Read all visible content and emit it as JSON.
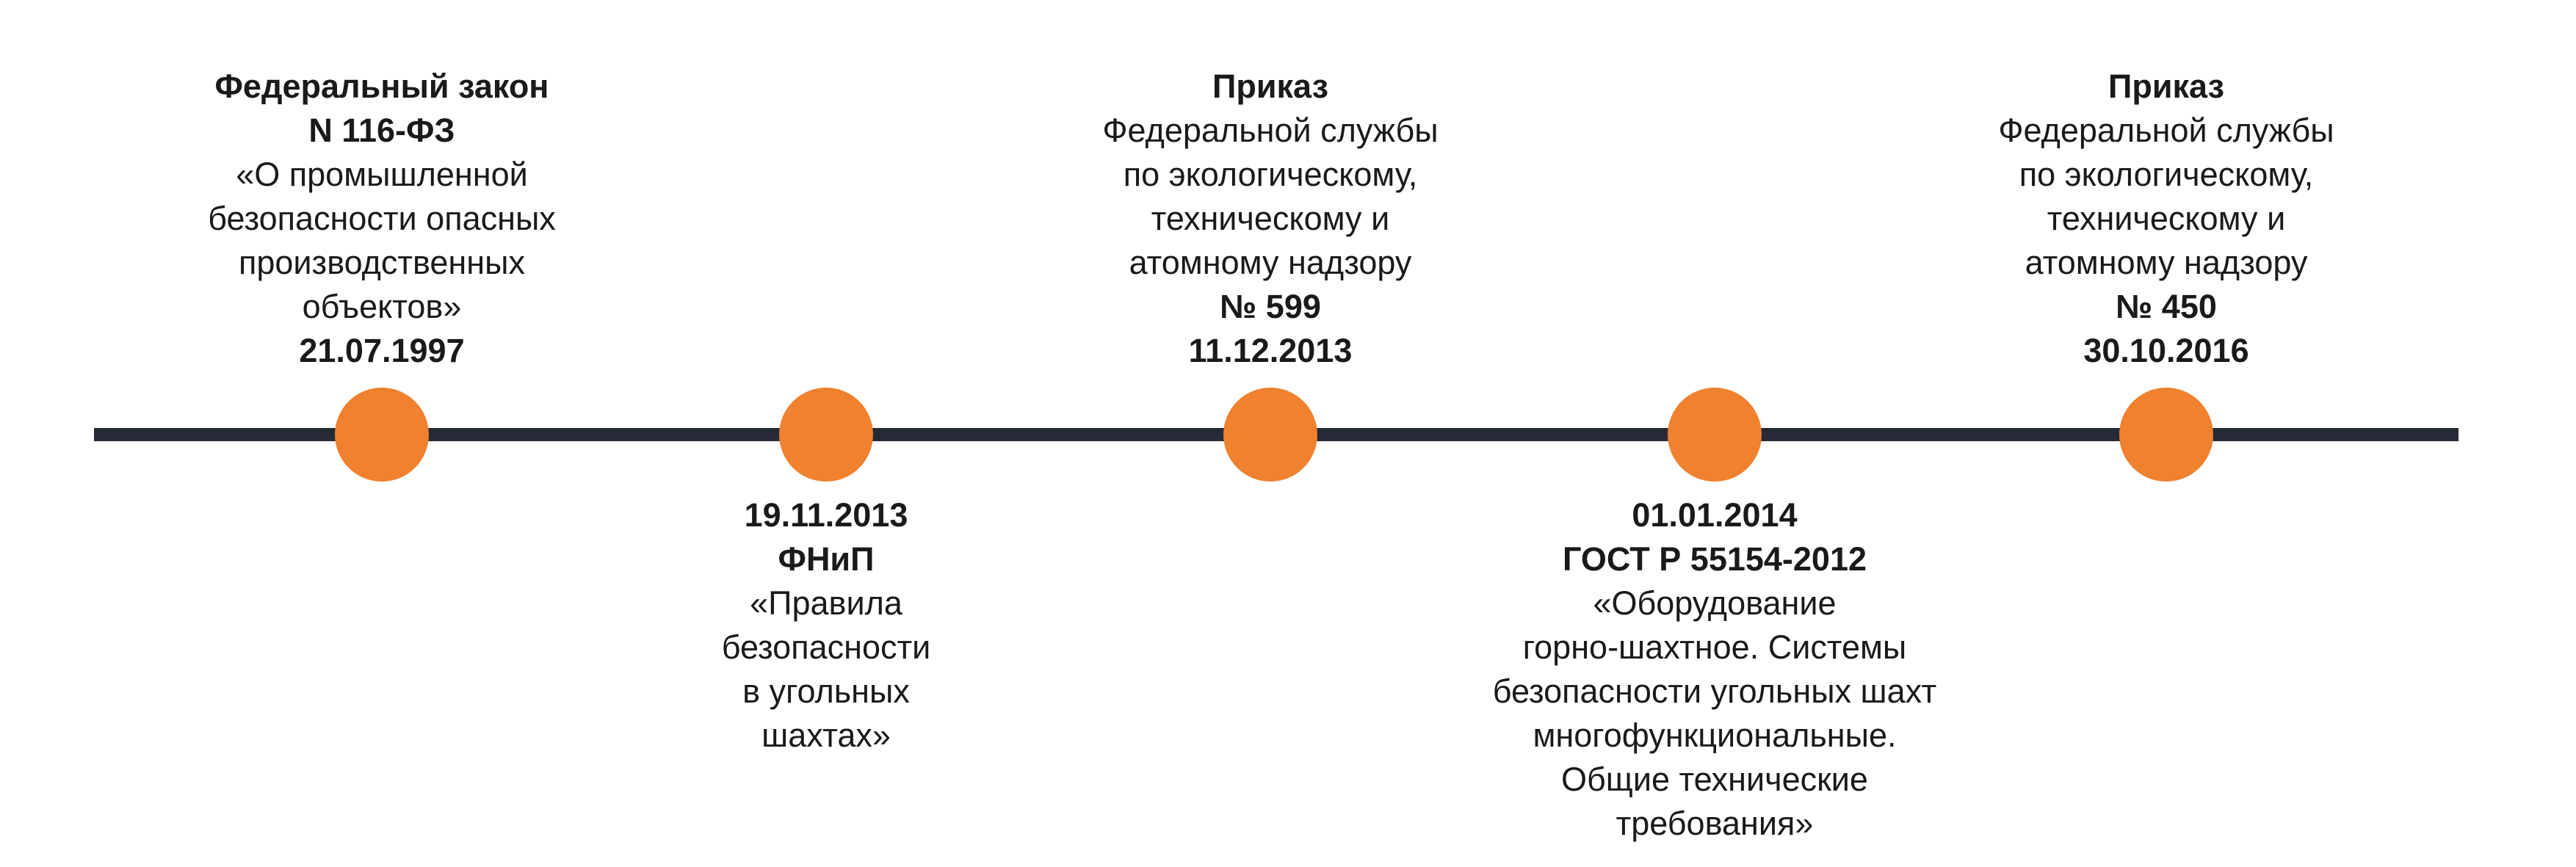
{
  "colors": {
    "line": "#262a36",
    "dot": "#f0812f"
  },
  "events": [
    {
      "id": "116-fz",
      "position": "above",
      "lines": [
        {
          "text": "Федеральный закон",
          "bold": true
        },
        {
          "text": "N 116-ФЗ",
          "bold": true
        },
        {
          "text": "«О промышленной",
          "bold": false
        },
        {
          "text": "безопасности опасных",
          "bold": false
        },
        {
          "text": "производственных",
          "bold": false
        },
        {
          "text": "объектов»",
          "bold": false
        },
        {
          "text": "21.07.1997",
          "bold": true
        }
      ]
    },
    {
      "id": "fnip",
      "position": "below",
      "lines": [
        {
          "text": "19.11.2013",
          "bold": true
        },
        {
          "text": "ФНиП",
          "bold": true
        },
        {
          "text": "«Правила",
          "bold": false
        },
        {
          "text": "безопасности",
          "bold": false
        },
        {
          "text": "в угольных",
          "bold": false
        },
        {
          "text": "шахтах»",
          "bold": false
        }
      ]
    },
    {
      "id": "prikaz-599",
      "position": "above",
      "lines": [
        {
          "text": "Приказ",
          "bold": true
        },
        {
          "text": "Федеральной службы",
          "bold": false
        },
        {
          "text": "по экологическому,",
          "bold": false
        },
        {
          "text": "техническому и",
          "bold": false
        },
        {
          "text": "атомному надзору",
          "bold": false
        },
        {
          "text": "№ 599",
          "bold": true
        },
        {
          "text": "11.12.2013",
          "bold": true
        }
      ]
    },
    {
      "id": "gost",
      "position": "below",
      "lines": [
        {
          "text": "01.01.2014",
          "bold": true
        },
        {
          "text": "ГОСТ Р 55154-2012",
          "bold": true
        },
        {
          "text": "«Оборудование",
          "bold": false
        },
        {
          "text": "горно-шахтное. Системы",
          "bold": false
        },
        {
          "text": "безопасности угольных шахт",
          "bold": false
        },
        {
          "text": "многофункциональные.",
          "bold": false
        },
        {
          "text": "Общие технические",
          "bold": false
        },
        {
          "text": "требования»",
          "bold": false
        }
      ]
    },
    {
      "id": "prikaz-450",
      "position": "above",
      "lines": [
        {
          "text": "Приказ",
          "bold": true
        },
        {
          "text": "Федеральной службы",
          "bold": false
        },
        {
          "text": "по экологическому,",
          "bold": false
        },
        {
          "text": "техническому и",
          "bold": false
        },
        {
          "text": "атомному надзору",
          "bold": false
        },
        {
          "text": "№ 450",
          "bold": true
        },
        {
          "text": "30.10.2016",
          "bold": true
        }
      ]
    }
  ]
}
